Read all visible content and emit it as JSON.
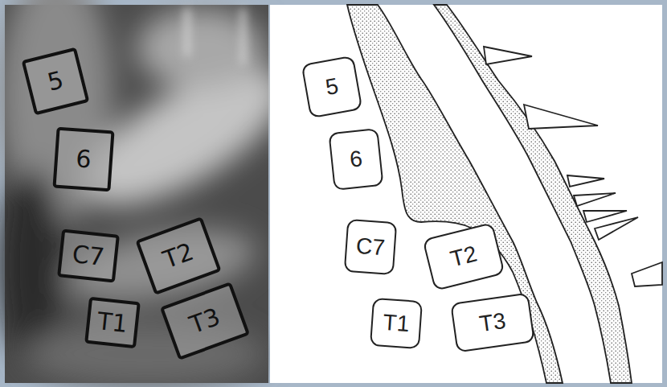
{
  "diagram": {
    "nodes": [
      {
        "text": [
          "5"
        ]
      },
      {
        "text": [
          "6"
        ]
      },
      {
        "text": [
          "C7"
        ]
      },
      {
        "text": [
          "T2"
        ]
      },
      {
        "text": [
          "T1"
        ]
      },
      {
        "text": [
          "T3"
        ]
      },
      {
        "text": [
          "5"
        ]
      },
      {
        "text": [
          "6"
        ]
      },
      {
        "text": [
          "C7"
        ]
      },
      {
        "text": [
          "T2"
        ]
      },
      {
        "text": [
          "T1"
        ]
      },
      {
        "text": [
          "T3"
        ]
      }
    ]
  }
}
